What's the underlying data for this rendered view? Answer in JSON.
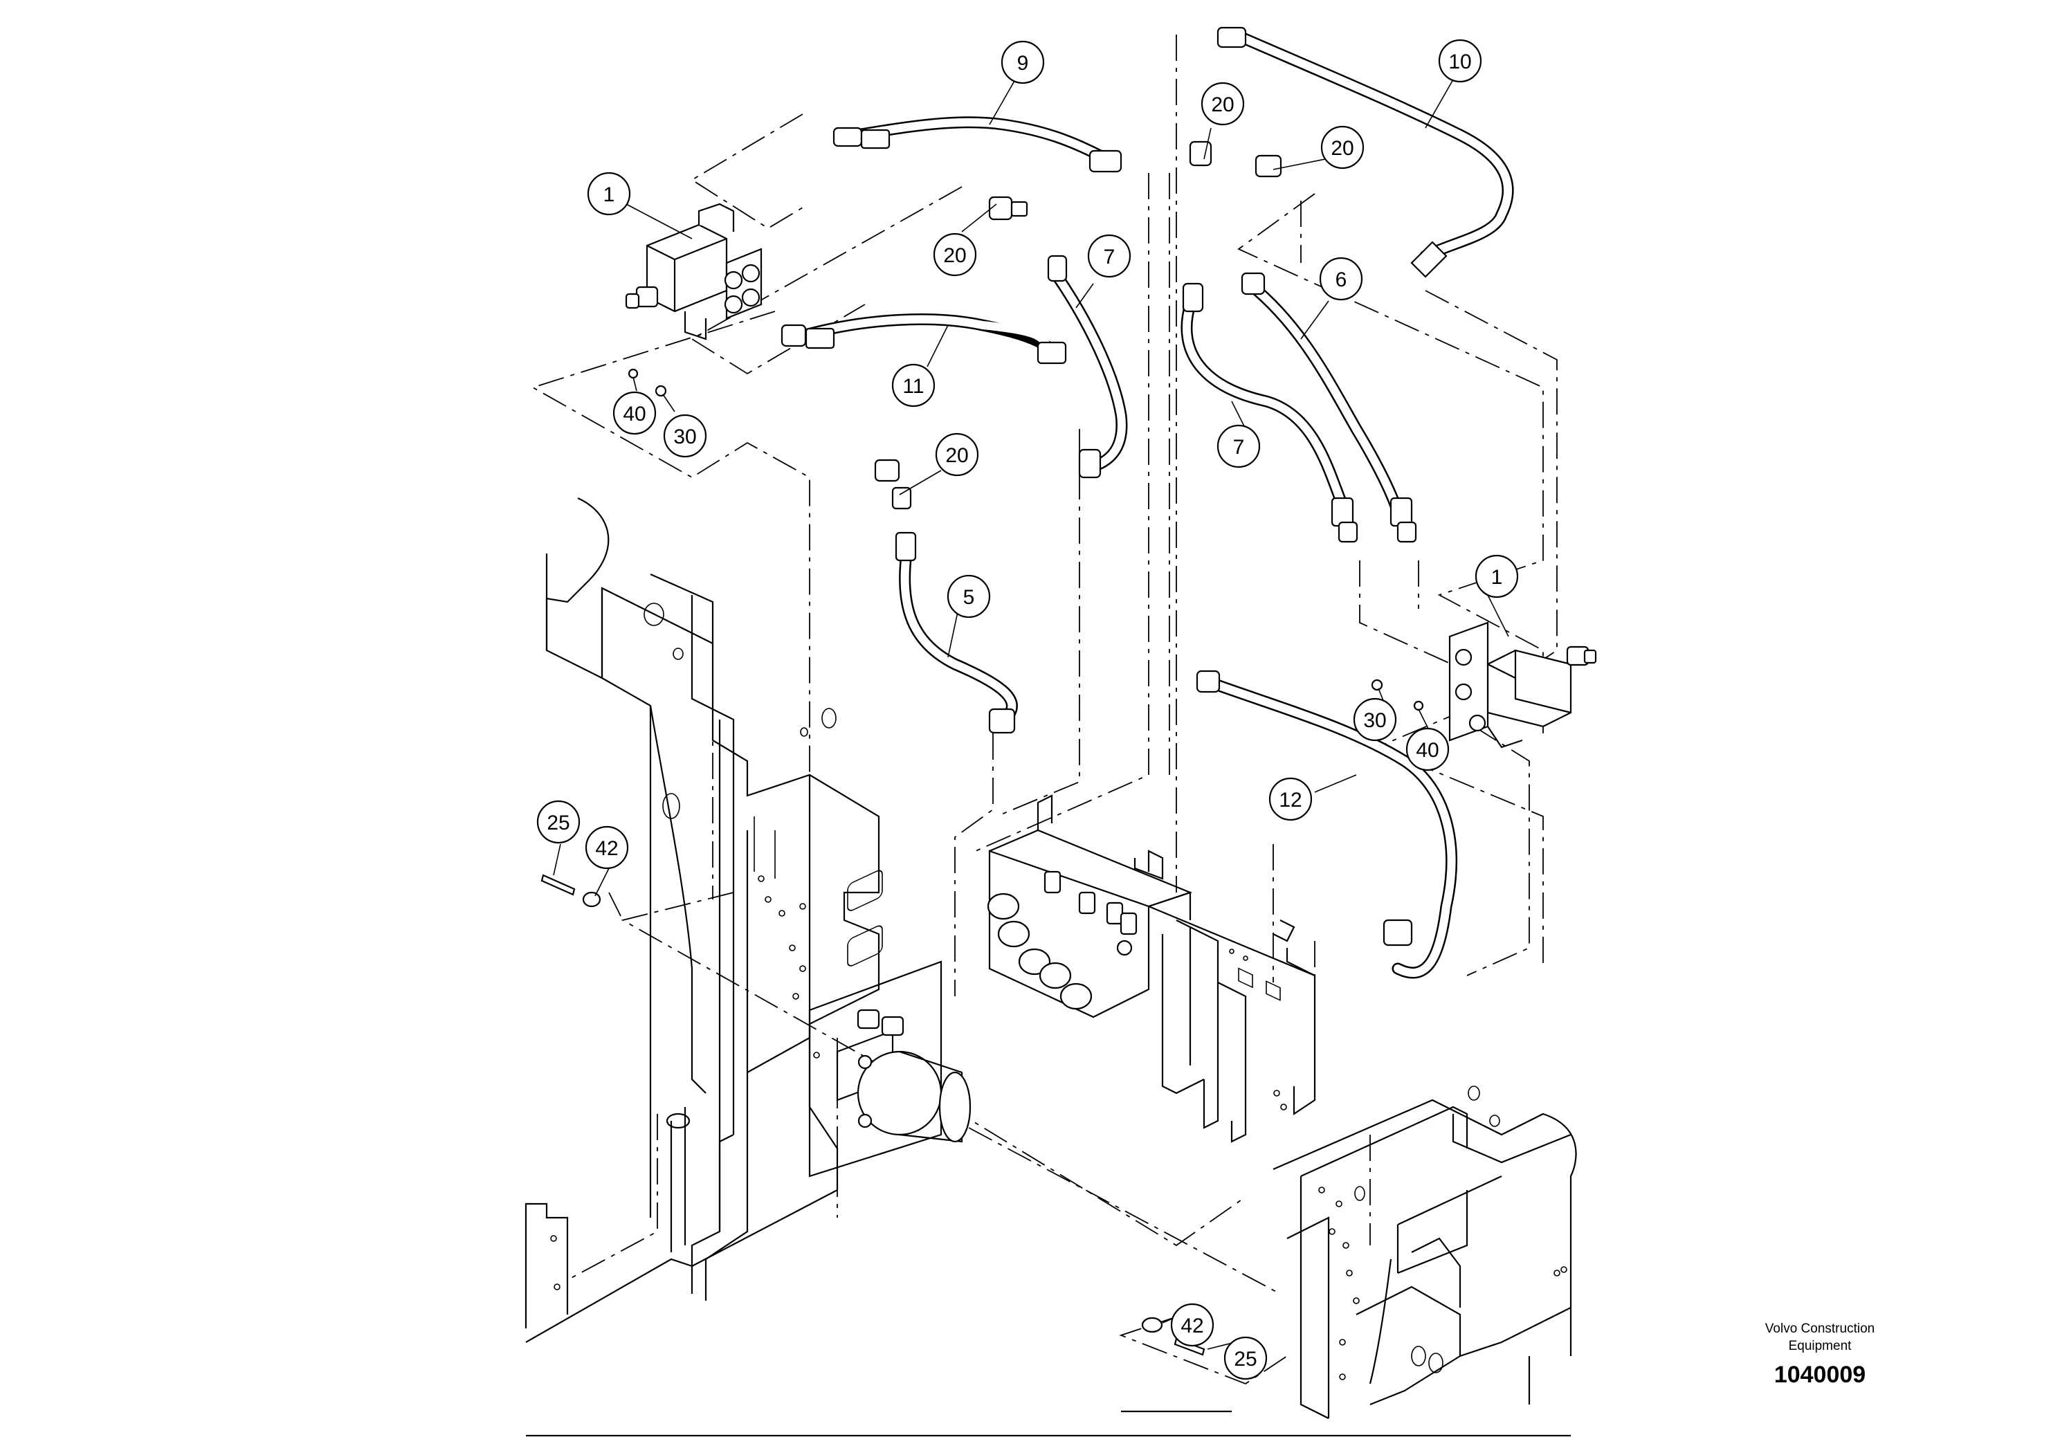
{
  "brand": {
    "line1": "Volvo Construction",
    "line2": "Equipment"
  },
  "drawing_number": "1040009",
  "callouts": [
    {
      "id": "c1a",
      "label": "1"
    },
    {
      "id": "c9",
      "label": "9"
    },
    {
      "id": "c10",
      "label": "10"
    },
    {
      "id": "c20a",
      "label": "20"
    },
    {
      "id": "c20b",
      "label": "20"
    },
    {
      "id": "c20c",
      "label": "20"
    },
    {
      "id": "c7a",
      "label": "7"
    },
    {
      "id": "c6",
      "label": "6"
    },
    {
      "id": "c11",
      "label": "11"
    },
    {
      "id": "c40a",
      "label": "40"
    },
    {
      "id": "c30a",
      "label": "30"
    },
    {
      "id": "c20d",
      "label": "20"
    },
    {
      "id": "c7b",
      "label": "7"
    },
    {
      "id": "c5",
      "label": "5"
    },
    {
      "id": "c1b",
      "label": "1"
    },
    {
      "id": "c30b",
      "label": "30"
    },
    {
      "id": "c40b",
      "label": "40"
    },
    {
      "id": "c12",
      "label": "12"
    },
    {
      "id": "c25a",
      "label": "25"
    },
    {
      "id": "c42a",
      "label": "42"
    },
    {
      "id": "c42b",
      "label": "42"
    },
    {
      "id": "c25b",
      "label": "25"
    }
  ]
}
